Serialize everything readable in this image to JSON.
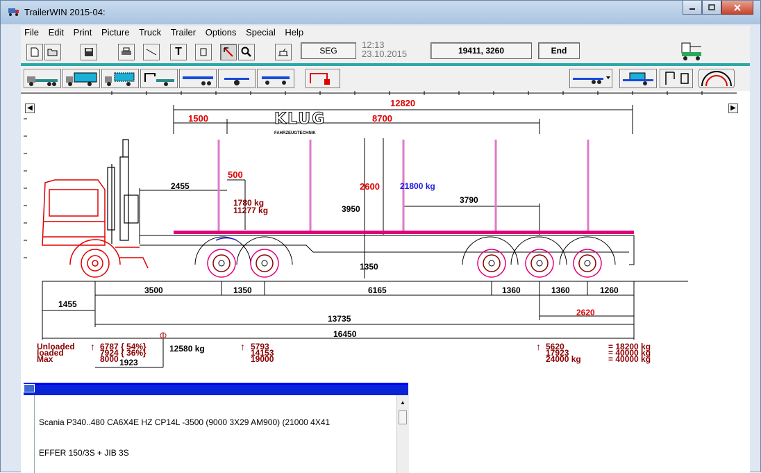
{
  "window": {
    "title": "TrailerWIN 2015-04:"
  },
  "menu": [
    "File",
    "Edit",
    "Print",
    "Picture",
    "Truck",
    "Trailer",
    "Options",
    "Special",
    "Help"
  ],
  "toolbar": {
    "mode_field": "SEG",
    "time": "12:13",
    "date": "23.10.2015",
    "coords": "19411, 3260",
    "end_label": "End"
  },
  "drawing": {
    "brand": "KLUG",
    "brand_sub": "FAHRZEUGTECHNIK",
    "dims_top": {
      "overall": "12820",
      "front": "1500",
      "main": "8700"
    },
    "dims_mid": {
      "d2455": "2455",
      "d500": "500",
      "kingpin_load": "1780 kg",
      "kingpin_load2": "11277 kg",
      "height_stake": "2600",
      "height_total": "3950",
      "load": "21800 kg",
      "d3790": "3790",
      "deck_height": "1350"
    },
    "dims_bottom": {
      "d3500": "3500",
      "d1350": "1350",
      "d6165": "6165",
      "d1360a": "1360",
      "d1360b": "1360",
      "d1260": "1260",
      "d1455": "1455",
      "d2620": "2620",
      "d13735": "13735",
      "d16450": "16450",
      "d1923": "1923"
    },
    "weights": {
      "labels": [
        "Unloaded",
        "loaded",
        "Max"
      ],
      "front": [
        "6787 { 54%}",
        "7924 { 36%}",
        "8000"
      ],
      "truck_total": "12580 kg",
      "mid": [
        "5793",
        "14153",
        "19000"
      ],
      "trailer": [
        "5620",
        "17923",
        "24000 kg"
      ],
      "totals": [
        "=  18200 kg",
        "=  40000 kg",
        "=  40000 kg"
      ]
    }
  },
  "panel": {
    "lines": [
      "Scania P340..480 CA6X4E HZ CP14L -3500  (9000  3X29 AM900) (21000  4X41",
      "EFFER  150/3S + JIB 3S"
    ]
  },
  "colors": {
    "red": "#e00000",
    "dark_red": "#8b0000",
    "magenta": "#e0007a",
    "pink": "#e07ac8",
    "blue": "#1a1ae6"
  }
}
